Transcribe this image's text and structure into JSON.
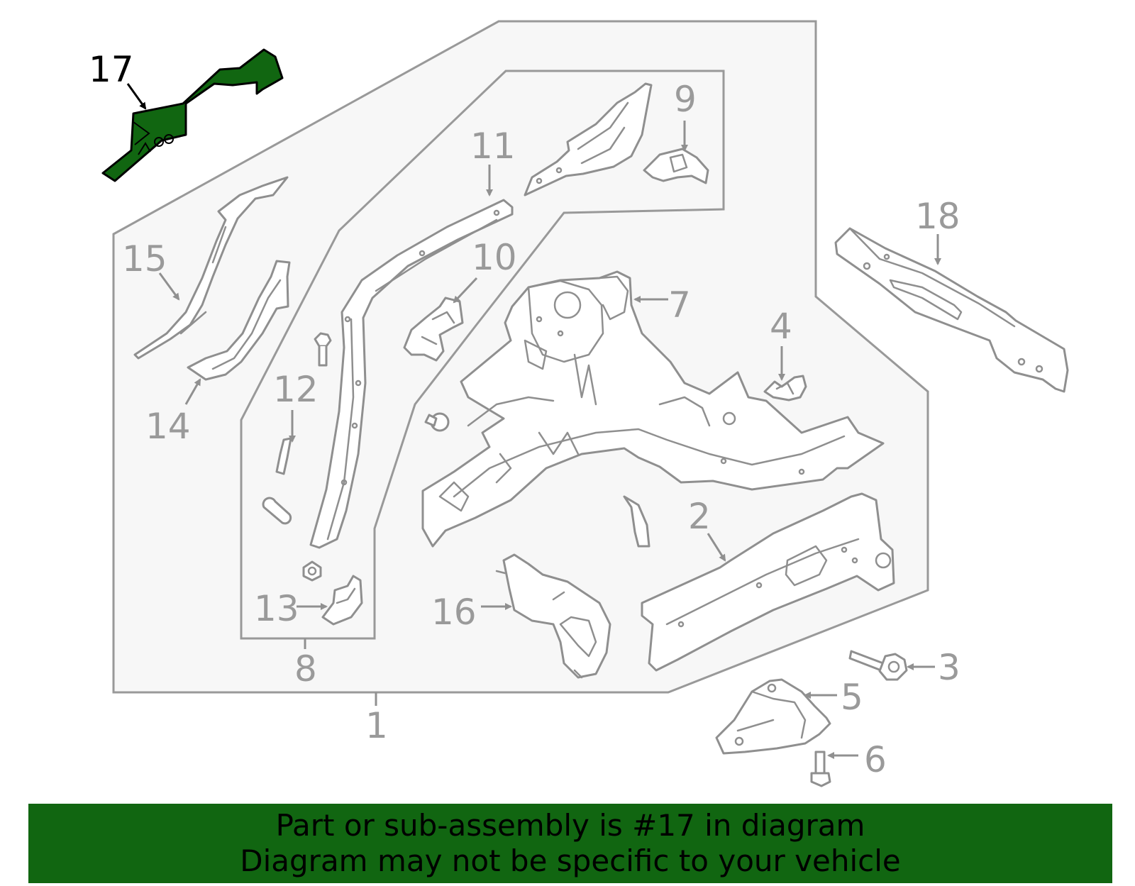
{
  "diagram": {
    "highlight_part": "17",
    "highlight_color": "#116611",
    "callouts": [
      "1",
      "2",
      "3",
      "4",
      "5",
      "6",
      "7",
      "8",
      "9",
      "10",
      "11",
      "12",
      "13",
      "14",
      "15",
      "16",
      "17",
      "18"
    ]
  },
  "banner": {
    "line1": "Part or sub-assembly is #17 in diagram",
    "line2": "Diagram may not be specific to your vehicle",
    "background": "#116611"
  }
}
